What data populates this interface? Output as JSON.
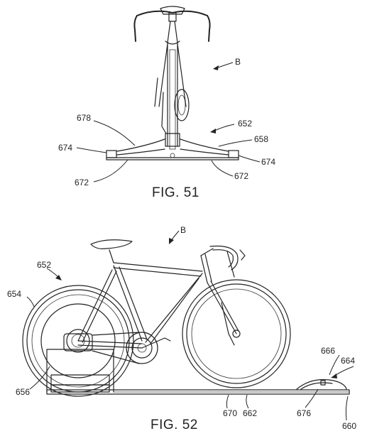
{
  "figures": {
    "fig51": {
      "caption": "FIG. 51",
      "refs": {
        "bike": "B",
        "trainer": "652",
        "foot_top": "658",
        "pad_left": "674",
        "pad_right": "674",
        "base_left": "672",
        "base_right": "672",
        "arm": "678"
      }
    },
    "fig52": {
      "caption": "FIG. 52",
      "refs": {
        "bike": "B",
        "trainer": "652",
        "rear_wheel": "654",
        "drive_unit": "656",
        "rail": "670",
        "rail_body": "662",
        "front_support": "664",
        "front_cradle": "666",
        "support_foot": "676",
        "rail_end": "660"
      }
    }
  }
}
